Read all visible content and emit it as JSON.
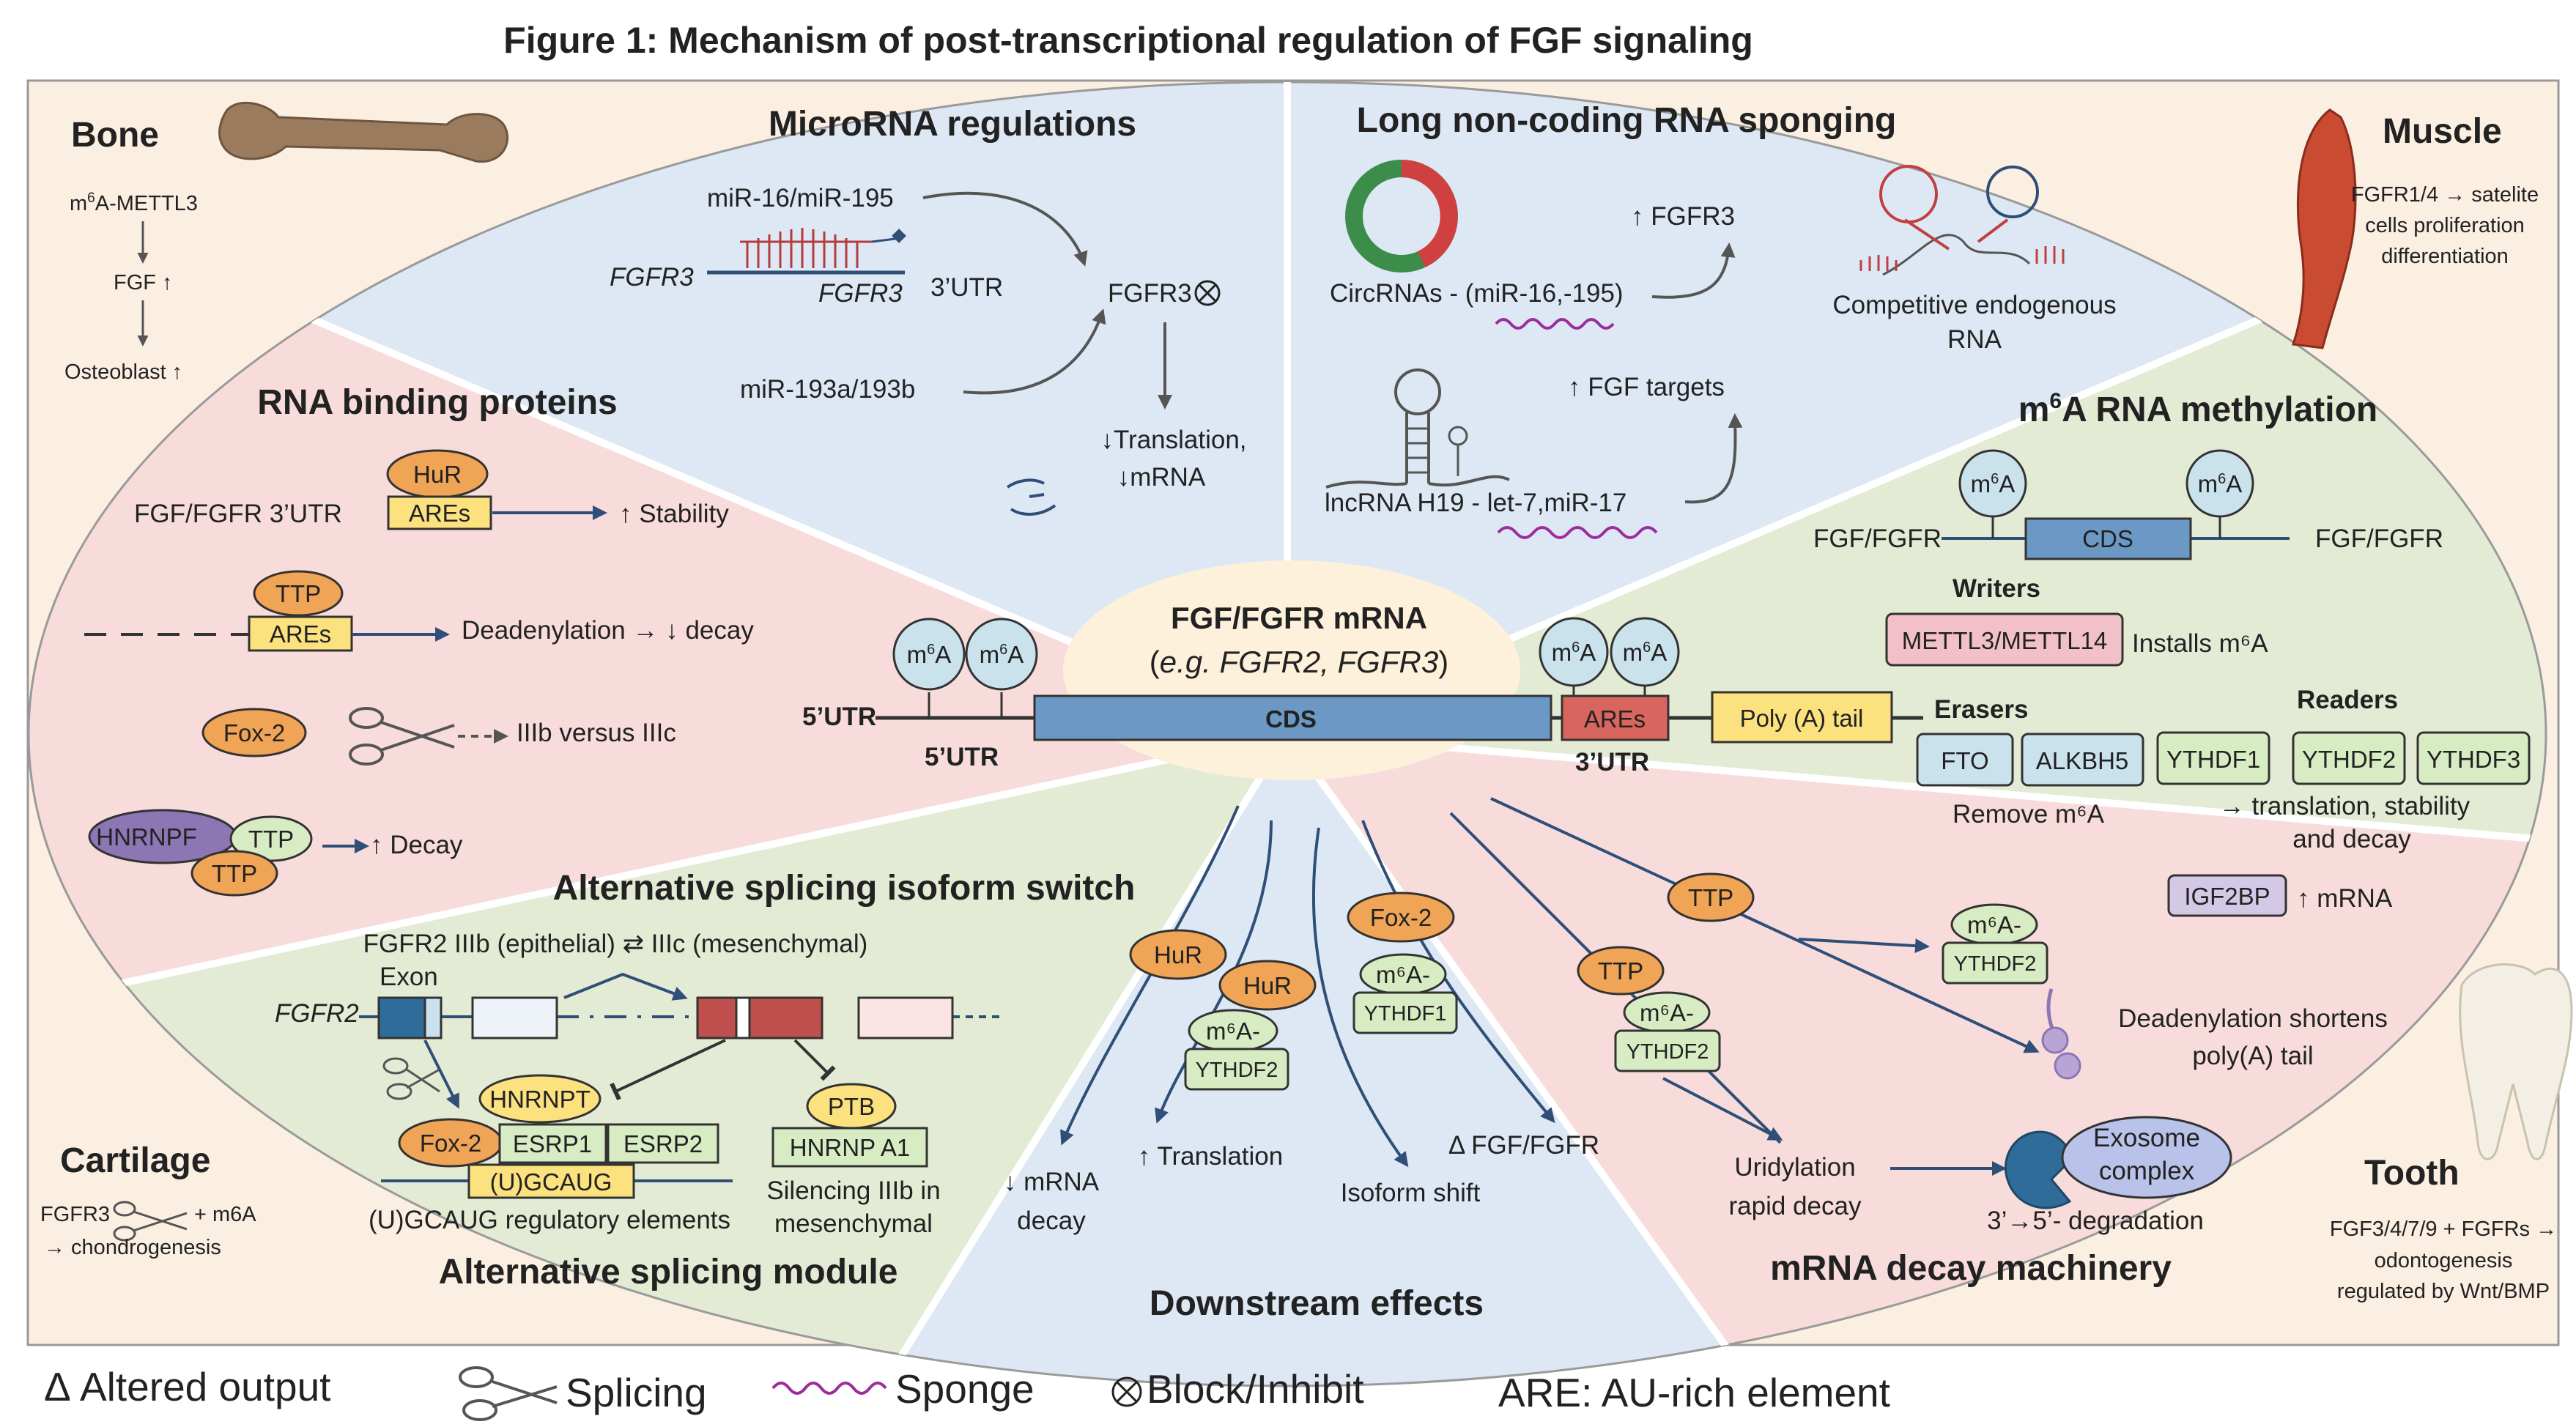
{
  "title": "Figure 1: Mechanism of post-transcriptional regulation of FGF signaling",
  "center": {
    "title": "FGF/FGFR mRNA",
    "subtitle_pre": "(",
    "subtitle_it": "e.g. FGFR2, FGFR3",
    "subtitle_post": ")",
    "cds": "CDS",
    "utr5_left": "5’UTR",
    "utr5_below": "5’UTR",
    "ares": "AREs",
    "utr3": "3’UTR",
    "polya": "Poly (A) tail",
    "m6a_prefix": "m",
    "m6a_sup": "6",
    "m6a_suffix": "A"
  },
  "sections": {
    "microrna": "MicroRNA regulations",
    "lncrna": "Long non-coding RNA sponging",
    "rbp": "RNA binding proteins",
    "m6a_pre": "m",
    "m6a_sup": "6",
    "m6a_post": "A RNA methylation",
    "splicing_switch": "Alternative splicing isoform switch",
    "splicing_module": "Alternative splicing module",
    "downstream": "Downstream effects",
    "decay": "mRNA decay machinery"
  },
  "tissues": {
    "bone": {
      "name": "Bone",
      "line1_pre": "m",
      "line1_sup": "6",
      "line1_post": "A-METTL3",
      "line2": "FGF ↑",
      "line3": "Osteoblast ↑"
    },
    "muscle": {
      "name": "Muscle",
      "l1": "FGFR1/4 → satelite",
      "l2": "cells proliferation",
      "l3": "differentiation"
    },
    "cartilage": {
      "name": "Cartilage",
      "l1a": "FGFR3",
      "l1b": "+ m6A",
      "l2": "→ chondrogenesis"
    },
    "tooth": {
      "name": "Tooth",
      "l1": "FGF3/4/7/9 + FGFRs →",
      "l2": "odontogenesis",
      "l3": "regulated by Wnt/BMP"
    }
  },
  "microrna": {
    "mir16": "miR-16/miR-195",
    "fgfr3_left": "FGFR3",
    "fgfr3_mid": "FGFR3",
    "utr": "3’UTR",
    "block_label": "FGFR3",
    "mir193": "miR-193a/193b",
    "translation": "↓Translation,",
    "mrna": "↓mRNA"
  },
  "lncrna": {
    "circ": "CircRNAs - (miR-16,-195)",
    "up_fgfr3": "↑ FGFR3",
    "ceRNA1": "Competitive endogenous",
    "ceRNA2": "RNA",
    "up_targets": "↑ FGF targets",
    "h19": "lncRNA H19 -  let-7,miR-17"
  },
  "rbp": {
    "hur": "HuR",
    "ares": "AREs",
    "fgf3utr": "FGF/FGFR 3’UTR",
    "stability": "↑ Stability",
    "ttp": "TTP",
    "deadenylation": "Deadenylation → ↓ decay",
    "fox2": "Fox-2",
    "iiib": "IIIb versus IIIc",
    "hnrnpf": "HNRNPF",
    "decay": "↑ Decay"
  },
  "m6a_panel": {
    "fgf_left": "FGF/FGFR",
    "fgf_right": "FGF/FGFR",
    "cds": "CDS",
    "writers": "Writers",
    "mettl": "METTL3/METTL14",
    "installs": "Installs m⁶A",
    "erasers": "Erasers",
    "fto": "FTO",
    "alkbh5": "ALKBH5",
    "remove": "Remove m⁶A",
    "readers": "Readers",
    "ythdf1": "YTHDF1",
    "ythdf2": "YTHDF2",
    "ythdf3": "YTHDF3",
    "reader_eff1": "→ translation, stability",
    "reader_eff2": "and decay",
    "igf2bp": "IGF2BP",
    "up_mrna": "↑ mRNA"
  },
  "splicing": {
    "isoform": "FGFR2 IIIb (epithelial) ⇄ IIIc (mesenchymal)",
    "exon": "Exon",
    "fgfr2": "FGFR2",
    "hnrnpt": "HNRNPT",
    "fox2": "Fox-2",
    "esrp1": "ESRP1",
    "esrp2": "ESRP2",
    "ugcaug": "(U)GCAUG",
    "elements": "(U)GCAUG regulatory elements",
    "ptb": "PTB",
    "hnrnpa1": "HNRNP A1",
    "silencing1": "Silencing IIIb in",
    "silencing2": "mesenchymal"
  },
  "downstream": {
    "hur1": "HuR",
    "hur2": "HuR",
    "m6a_short": "m⁶A-",
    "ythdf2": "YTHDF2",
    "fox2": "Fox-2",
    "ythdf1": "YTHDF1",
    "mrna_decay1": "↓ mRNA",
    "mrna_decay2": "decay",
    "translation": "↑ Translation",
    "isoform": "Isoform shift",
    "altered": "Δ FGF/FGFR"
  },
  "decay": {
    "ttp1": "TTP",
    "ttp2": "TTP",
    "m6a_short": "m⁶A-",
    "ythdf2": "YTHDF2",
    "dead1": "Deadenylation shortens",
    "dead2": "poly(A) tail",
    "urid1": "Uridylation",
    "urid2": "rapid decay",
    "exo1": "Exosome",
    "exo2": "complex",
    "deg": "3’→5’- degradation"
  },
  "legend": {
    "delta": "Δ Altered output",
    "splicing": "Splicing",
    "sponge": "Sponge",
    "block": "Block/Inhibit",
    "are": "ARE: AU-rich element"
  },
  "colors": {
    "blue_bg": "#dde8f4",
    "pink_bg": "#f8dcdc",
    "green_bg": "#e4ebd5",
    "cream_bg": "#fbefe2",
    "orange": "#f0a455",
    "green_box": "#d8ecc4",
    "blue_box": "#c9e2ec",
    "cds_blue": "#6b98c5",
    "ares_red": "#d9655f",
    "polya_yellow": "#fbe27e",
    "purple": "#8c76b3",
    "sponge": "#9c2d9c",
    "arrow": "#2f4f78"
  }
}
